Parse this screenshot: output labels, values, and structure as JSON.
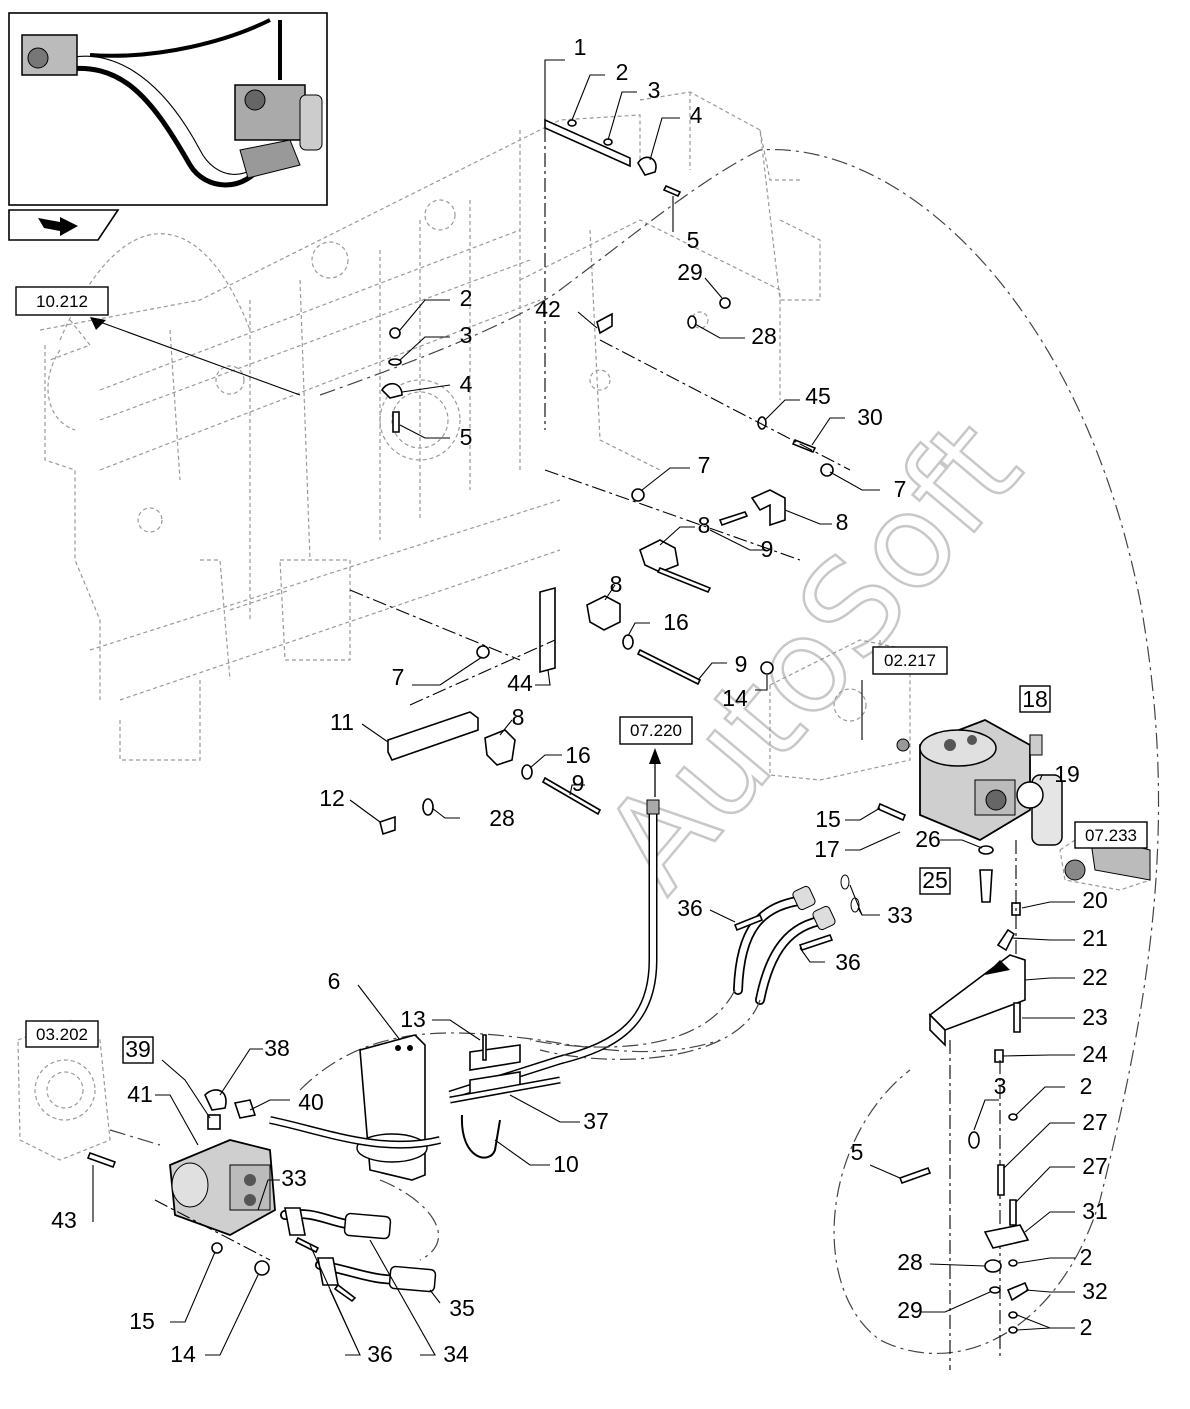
{
  "watermark": "AutoSoft",
  "callouts": [
    {
      "id": "c1",
      "text": "1"
    },
    {
      "id": "c2a",
      "text": "2"
    },
    {
      "id": "c3a",
      "text": "3"
    },
    {
      "id": "c4a",
      "text": "4"
    },
    {
      "id": "c5a",
      "text": "5"
    },
    {
      "id": "c29a",
      "text": "29"
    },
    {
      "id": "c42",
      "text": "42"
    },
    {
      "id": "c28a",
      "text": "28"
    },
    {
      "id": "c2b",
      "text": "2"
    },
    {
      "id": "c3b",
      "text": "3"
    },
    {
      "id": "c4b",
      "text": "4"
    },
    {
      "id": "c5b",
      "text": "5"
    },
    {
      "id": "c45",
      "text": "45"
    },
    {
      "id": "c30",
      "text": "30"
    },
    {
      "id": "c7a",
      "text": "7"
    },
    {
      "id": "c7b",
      "text": "7"
    },
    {
      "id": "c8a",
      "text": "8"
    },
    {
      "id": "c8b",
      "text": "8"
    },
    {
      "id": "c9a",
      "text": "9"
    },
    {
      "id": "c8c",
      "text": "8"
    },
    {
      "id": "c16a",
      "text": "16"
    },
    {
      "id": "c9b",
      "text": "9"
    },
    {
      "id": "c7c",
      "text": "7"
    },
    {
      "id": "c44",
      "text": "44"
    },
    {
      "id": "c14a",
      "text": "14"
    },
    {
      "id": "c11",
      "text": "11"
    },
    {
      "id": "c8d",
      "text": "8"
    },
    {
      "id": "c16b",
      "text": "16"
    },
    {
      "id": "c9c",
      "text": "9"
    },
    {
      "id": "c12",
      "text": "12"
    },
    {
      "id": "c28b",
      "text": "28"
    },
    {
      "id": "c19",
      "text": "19"
    },
    {
      "id": "c15a",
      "text": "15"
    },
    {
      "id": "c26",
      "text": "26"
    },
    {
      "id": "c17",
      "text": "17"
    },
    {
      "id": "c36a",
      "text": "36"
    },
    {
      "id": "c33a",
      "text": "33"
    },
    {
      "id": "c20",
      "text": "20"
    },
    {
      "id": "c21",
      "text": "21"
    },
    {
      "id": "c36b",
      "text": "36"
    },
    {
      "id": "c22",
      "text": "22"
    },
    {
      "id": "c6",
      "text": "6"
    },
    {
      "id": "c13",
      "text": "13"
    },
    {
      "id": "c23",
      "text": "23"
    },
    {
      "id": "c38",
      "text": "38"
    },
    {
      "id": "c24",
      "text": "24"
    },
    {
      "id": "c41",
      "text": "41"
    },
    {
      "id": "c40",
      "text": "40"
    },
    {
      "id": "c3c",
      "text": "3"
    },
    {
      "id": "c2c",
      "text": "2"
    },
    {
      "id": "c37",
      "text": "37"
    },
    {
      "id": "c27a",
      "text": "27"
    },
    {
      "id": "c10",
      "text": "10"
    },
    {
      "id": "c5c",
      "text": "5"
    },
    {
      "id": "c27b",
      "text": "27"
    },
    {
      "id": "c43",
      "text": "43"
    },
    {
      "id": "c33b",
      "text": "33"
    },
    {
      "id": "c31",
      "text": "31"
    },
    {
      "id": "c28c",
      "text": "28"
    },
    {
      "id": "c2d",
      "text": "2"
    },
    {
      "id": "c35",
      "text": "35"
    },
    {
      "id": "c29b",
      "text": "29"
    },
    {
      "id": "c32",
      "text": "32"
    },
    {
      "id": "c15b",
      "text": "15"
    },
    {
      "id": "c2e",
      "text": "2"
    },
    {
      "id": "c14b",
      "text": "14"
    },
    {
      "id": "c36c",
      "text": "36"
    },
    {
      "id": "c34",
      "text": "34"
    }
  ],
  "boxed_callouts": [
    {
      "id": "b18",
      "text": "18"
    },
    {
      "id": "b25",
      "text": "25"
    },
    {
      "id": "b39",
      "text": "39"
    }
  ],
  "references": [
    {
      "id": "r10212",
      "text": "10.212"
    },
    {
      "id": "r02217",
      "text": "02.217"
    },
    {
      "id": "r07220",
      "text": "07.220"
    },
    {
      "id": "r07233",
      "text": "07.233"
    },
    {
      "id": "r03202",
      "text": "03.202"
    }
  ]
}
